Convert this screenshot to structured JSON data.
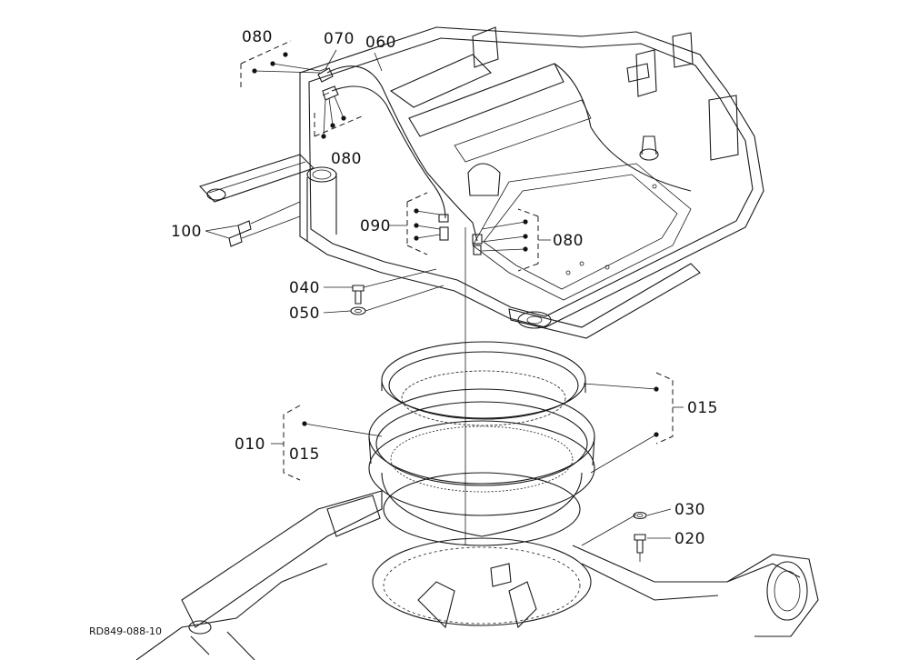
{
  "diagram": {
    "document_id": "RD849-088-10",
    "callouts": {
      "c080_top": "080",
      "c070": "070",
      "c060": "060",
      "c080_left": "080",
      "c100": "100",
      "c090": "090",
      "c080_right": "080",
      "c040": "040",
      "c050": "050",
      "c015_right": "015",
      "c010": "010",
      "c015_left": "015",
      "c030": "030",
      "c020": "020"
    }
  }
}
